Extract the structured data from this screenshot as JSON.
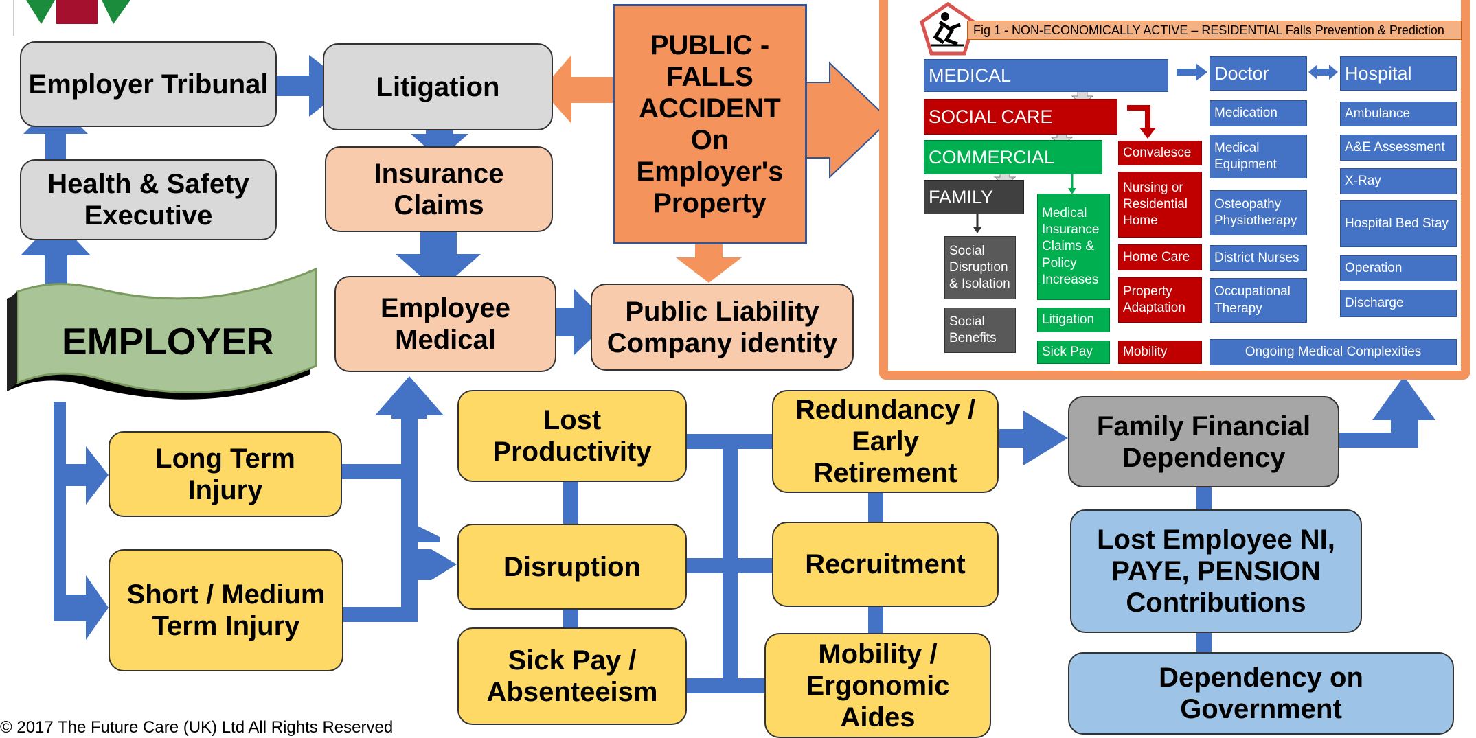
{
  "nodes": {
    "employer_tribunal": "Employer Tribunal",
    "litigation": "Litigation",
    "public_falls": "PUBLIC - FALLS ACCIDENT On Employer's Property",
    "health_safety": "Health & Safety Executive",
    "insurance_claims": "Insurance Claims",
    "employee_medical": "Employee Medical",
    "public_liability": "Public Liability Company identity",
    "employer": "EMPLOYER",
    "long_term": "Long Term Injury",
    "short_medium": "Short / Medium Term Injury",
    "lost_productivity": "Lost Productivity",
    "disruption": "Disruption",
    "sick_pay_abs": "Sick Pay / Absenteeism",
    "redundancy": "Redundancy / Early Retirement",
    "recruitment": "Recruitment",
    "mobility_aides": "Mobility / Ergonomic Aides",
    "family_dependency": "Family Financial Dependency",
    "lost_employee": "Lost Employee NI, PAYE, PENSION Contributions",
    "dependency_gov": "Dependency on Government"
  },
  "figure": {
    "title": "Fig 1 - NON-ECONOMICALLY ACTIVE – RESIDENTIAL  Falls Prevention & Prediction",
    "medical": "MEDICAL",
    "social_care": "SOCIAL CARE",
    "commercial": "COMMERCIAL",
    "family": "FAMILY",
    "doctor": "Doctor",
    "hospital": "Hospital",
    "doctor_items": [
      "Medication",
      "Medical Equipment",
      "Osteopathy Physiotherapy",
      "District Nurses",
      "Occupational Therapy"
    ],
    "hospital_items": [
      "Ambulance",
      "A&E Assessment",
      "X-Ray",
      "Hospital Bed Stay",
      "Operation",
      "Discharge"
    ],
    "social_items": [
      "Convalesce",
      "Nursing or Residential Home",
      "Home Care",
      "Property Adaptation",
      "Mobility"
    ],
    "commercial_items": [
      "Medical Insurance Claims & Policy Increases",
      "Litigation",
      "Sick Pay"
    ],
    "family_items": [
      "Social Disruption & Isolation",
      "Social Benefits"
    ],
    "ongoing": "Ongoing Medical Complexities"
  },
  "copyright": "© 2017 The Future Care (UK) Ltd All Rights Reserved",
  "colors": {
    "arrow": "#4472c4",
    "orange": "#f4935c",
    "yellow": "#ffd966",
    "peach": "#f8cbad",
    "light_blue": "#9dc3e6",
    "grey": "#d9d9d9"
  }
}
